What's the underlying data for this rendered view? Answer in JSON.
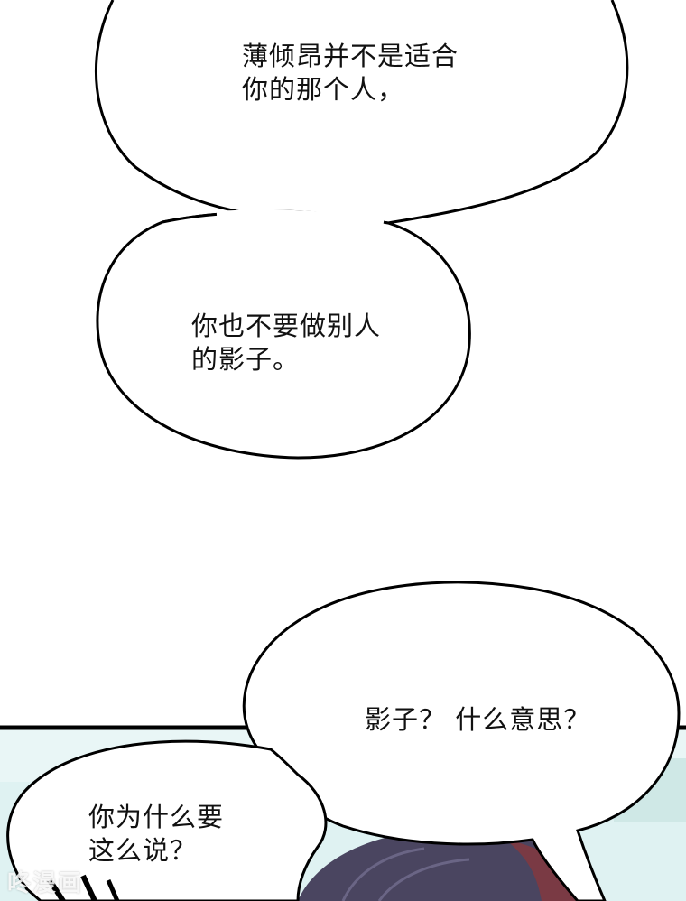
{
  "panel": {
    "bubble_top": {
      "line1": "薄倾昂并不是适合",
      "line2": "你的那个人，"
    },
    "bubble_middle": {
      "line1": "你也不要做别人",
      "line2": "的影子。"
    },
    "bubble_right": {
      "line1": "影子？ 什么意思？"
    },
    "bubble_left": {
      "line1": "你为什么要",
      "line2": "这么说？"
    },
    "watermark": "咚漫画"
  },
  "colors": {
    "background": "#ffffff",
    "outline": "#000000",
    "scene_sky": "#d9efee",
    "hair": "#4a4560"
  }
}
